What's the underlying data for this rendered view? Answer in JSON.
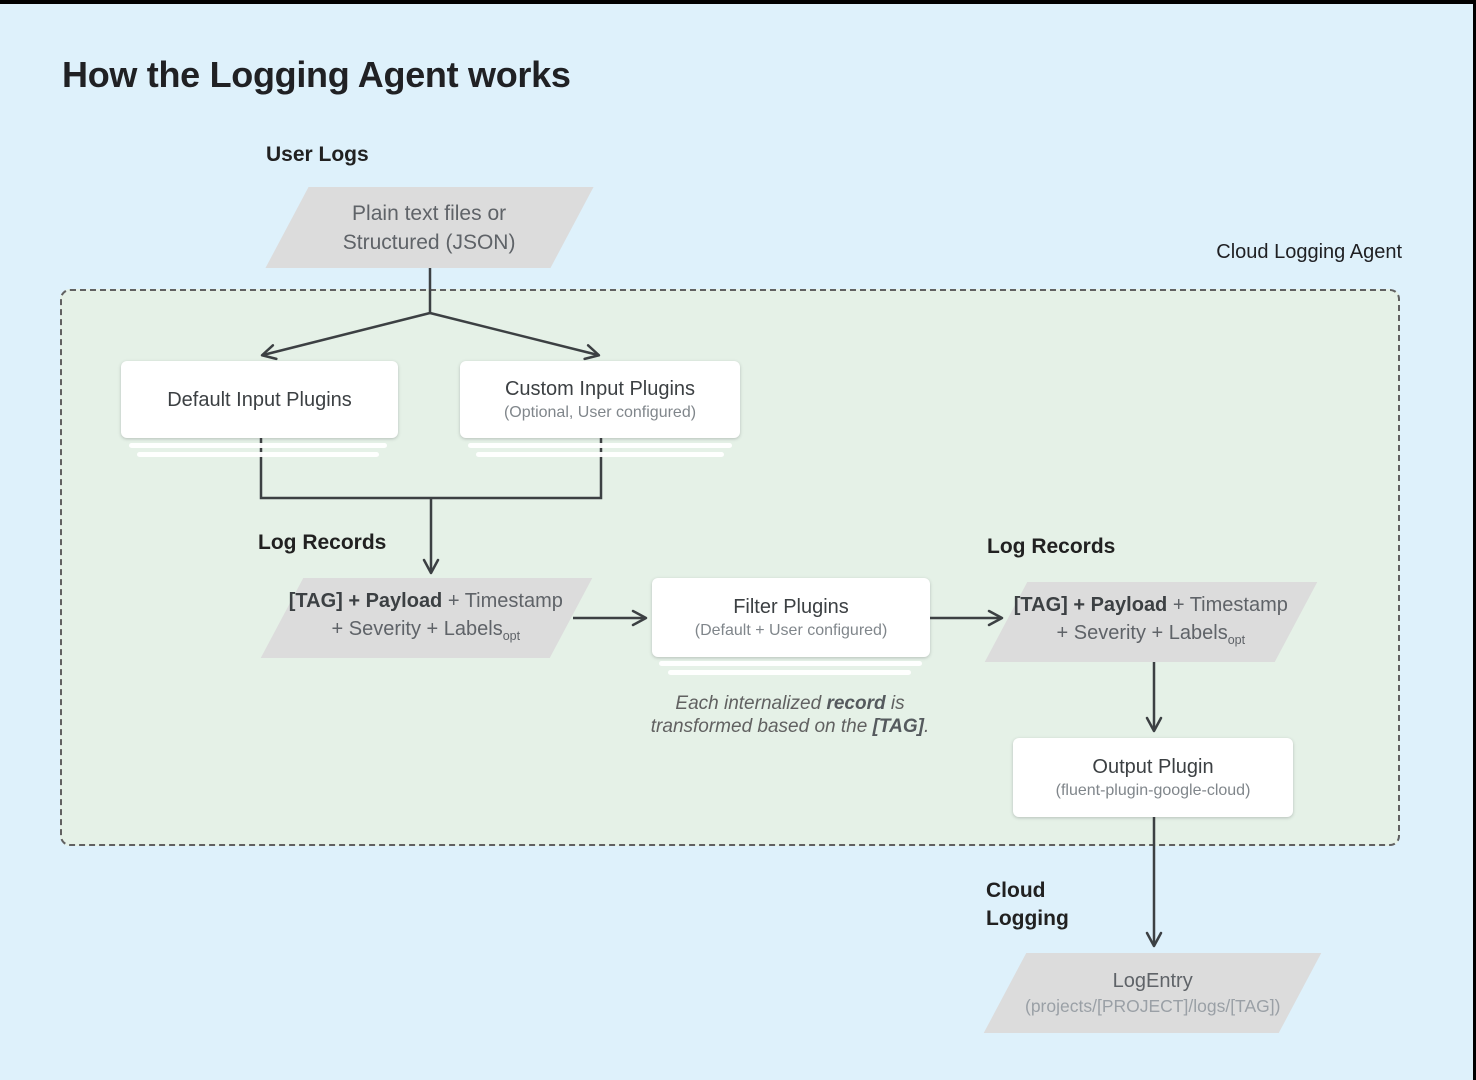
{
  "title": "How the Logging Agent works",
  "labels": {
    "user_logs": "User Logs",
    "agent": "Cloud Logging Agent",
    "log_records_left": "Log Records",
    "log_records_right": "Log Records",
    "cloud_logging_line1": "Cloud",
    "cloud_logging_line2": "Logging"
  },
  "nodes": {
    "user_input": {
      "line1": "Plain text files or",
      "line2": "Structured (JSON)"
    },
    "default_input": {
      "title": "Default Input Plugins"
    },
    "custom_input": {
      "title": "Custom Input Plugins",
      "subtitle": "(Optional, User configured)"
    },
    "log_record": {
      "bold": "[TAG] + Payload",
      "rest1": " + Timestamp",
      "line2_start": "+ Severity + Labels",
      "subscript": "opt"
    },
    "filter": {
      "title": "Filter Plugins",
      "subtitle": "(Default + User configured)"
    },
    "output": {
      "title": "Output Plugin",
      "subtitle": "(fluent-plugin-google-cloud)"
    },
    "log_entry": {
      "title": "LogEntry",
      "subtitle": "(projects/[PROJECT]/logs/[TAG])"
    }
  },
  "note": {
    "l1a": "Each internalized ",
    "l1b": "record",
    "l1c": " is",
    "l2a": "transformed based on the ",
    "l2b": "[TAG]",
    "l2c": "."
  },
  "colors": {
    "background": "#def1fb",
    "agent_fill": "#e5f1e7",
    "agent_border": "#616161",
    "shape_fill": "#dcdcdc",
    "node_fill": "#ffffff",
    "wire": "#3c4043",
    "text_dark": "#212121",
    "text_gray": "#5f6368",
    "text_light": "#9aa0a6"
  }
}
